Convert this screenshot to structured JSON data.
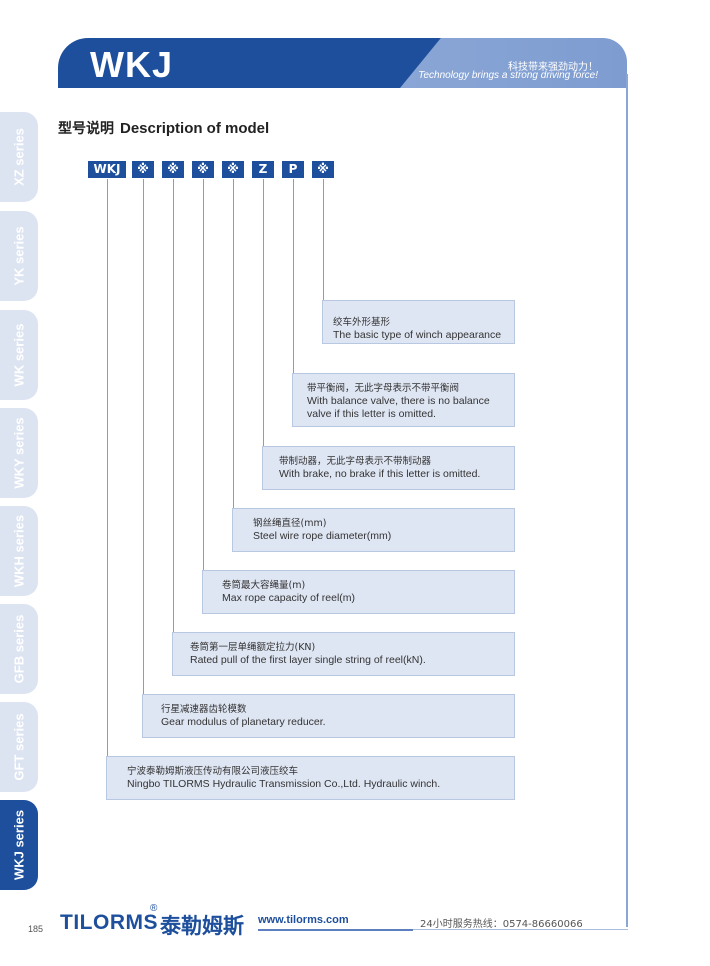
{
  "header": {
    "title": "WKJ",
    "tagline_cn": "科技带来强劲动力！",
    "tagline_en": "Technology brings a strong driving force!"
  },
  "side_tabs": [
    {
      "label": "XZ series",
      "active": false
    },
    {
      "label": "YK series",
      "active": false
    },
    {
      "label": "WK series",
      "active": false
    },
    {
      "label": "WKY series",
      "active": false
    },
    {
      "label": "WKH series",
      "active": false
    },
    {
      "label": "GFB series",
      "active": false
    },
    {
      "label": "GFT series",
      "active": false
    },
    {
      "label": "WKJ series",
      "active": true
    }
  ],
  "section": {
    "title_cn": "型号说明",
    "title_en": "Description of model"
  },
  "model_code": [
    "WKJ",
    "※",
    "※",
    "※",
    "※",
    "Z",
    "P",
    "※"
  ],
  "descriptions": [
    {
      "cn": "绞车外形基形",
      "en": "The basic type of winch appearance"
    },
    {
      "cn": "带平衡阀，无此字母表示不带平衡阀",
      "en": "With balance valve, there is no balance valve if this letter is omitted."
    },
    {
      "cn": "带制动器，无此字母表示不带制动器",
      "en": "With brake, no brake if this letter is omitted."
    },
    {
      "cn": "钢丝绳直径(mm)",
      "en": "Steel wire rope diameter(mm)"
    },
    {
      "cn": "卷筒最大容绳量(m)",
      "en": "Max rope capacity of reel(m)"
    },
    {
      "cn": "卷筒第一层单绳额定拉力(KN)",
      "en": "Rated pull of the first layer single string of reel(kN)."
    },
    {
      "cn": "行星减速器齿轮模数",
      "en": "Gear modulus of planetary reducer."
    },
    {
      "cn": "宁波泰勒姆斯液压传动有限公司液压绞车",
      "en": "Ningbo TILORMS Hydraulic Transmission Co.,Ltd. Hydraulic winch."
    }
  ],
  "footer": {
    "page_number": "185",
    "brand": "TILORMS",
    "brand_cn": "泰勒姆斯",
    "registered": "®",
    "website": "www.tilorms.com",
    "hotline": "24小时服务热线：0574-86660066"
  },
  "colors": {
    "brand_blue": "#1d4f9c",
    "light_blue": "#8aa6d6",
    "box_fill": "#dfe6f3"
  }
}
